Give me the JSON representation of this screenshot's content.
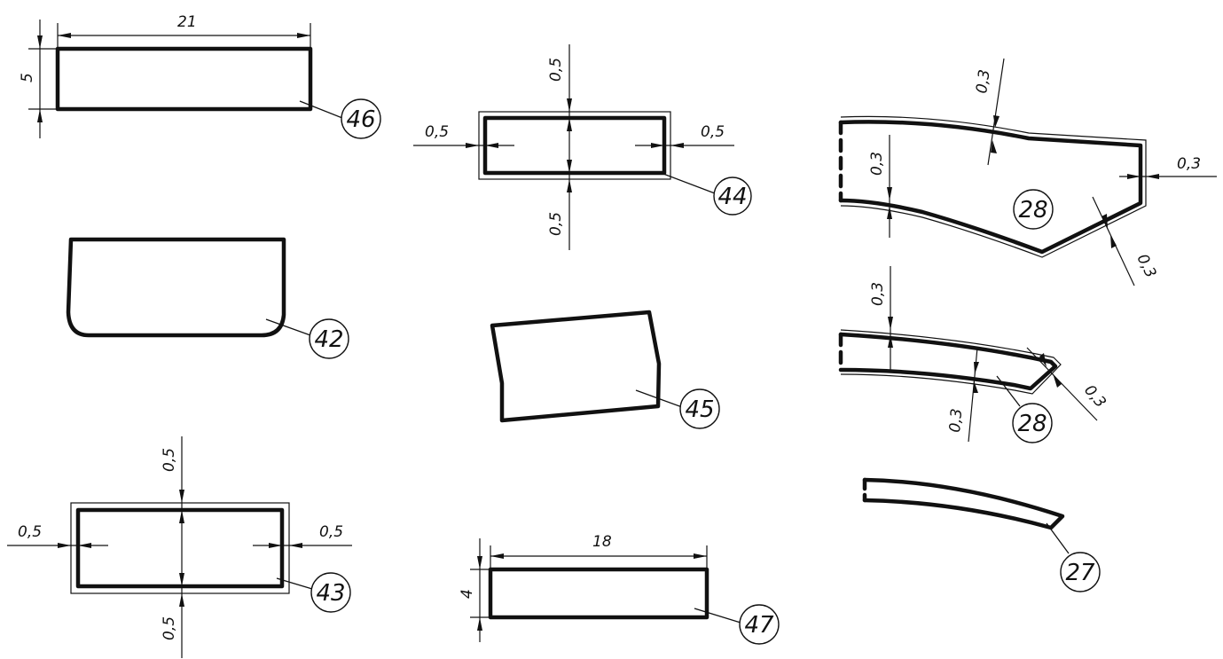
{
  "balloons": {
    "b46": "46",
    "b44": "44",
    "b28a": "28",
    "b42": "42",
    "b45": "45",
    "b28b": "28",
    "b43": "43",
    "b47": "47",
    "b27": "27"
  },
  "dims": {
    "d21": "21",
    "d5": "5",
    "d44_top": "0,5",
    "d44_left": "0,5",
    "d44_right": "0,5",
    "d44_bottom": "0,5",
    "d28a_top": "0,3",
    "d28a_left": "0,3",
    "d28a_right": "0,3",
    "d28a_corner": "0,3",
    "d28b_top": "0,3",
    "d28b_bottom": "0,3",
    "d28b_tip": "0,3",
    "d43_top": "0,5",
    "d43_left": "0,5",
    "d43_right": "0,5",
    "d43_bottom": "0,5",
    "d18": "18",
    "d4": "4"
  }
}
